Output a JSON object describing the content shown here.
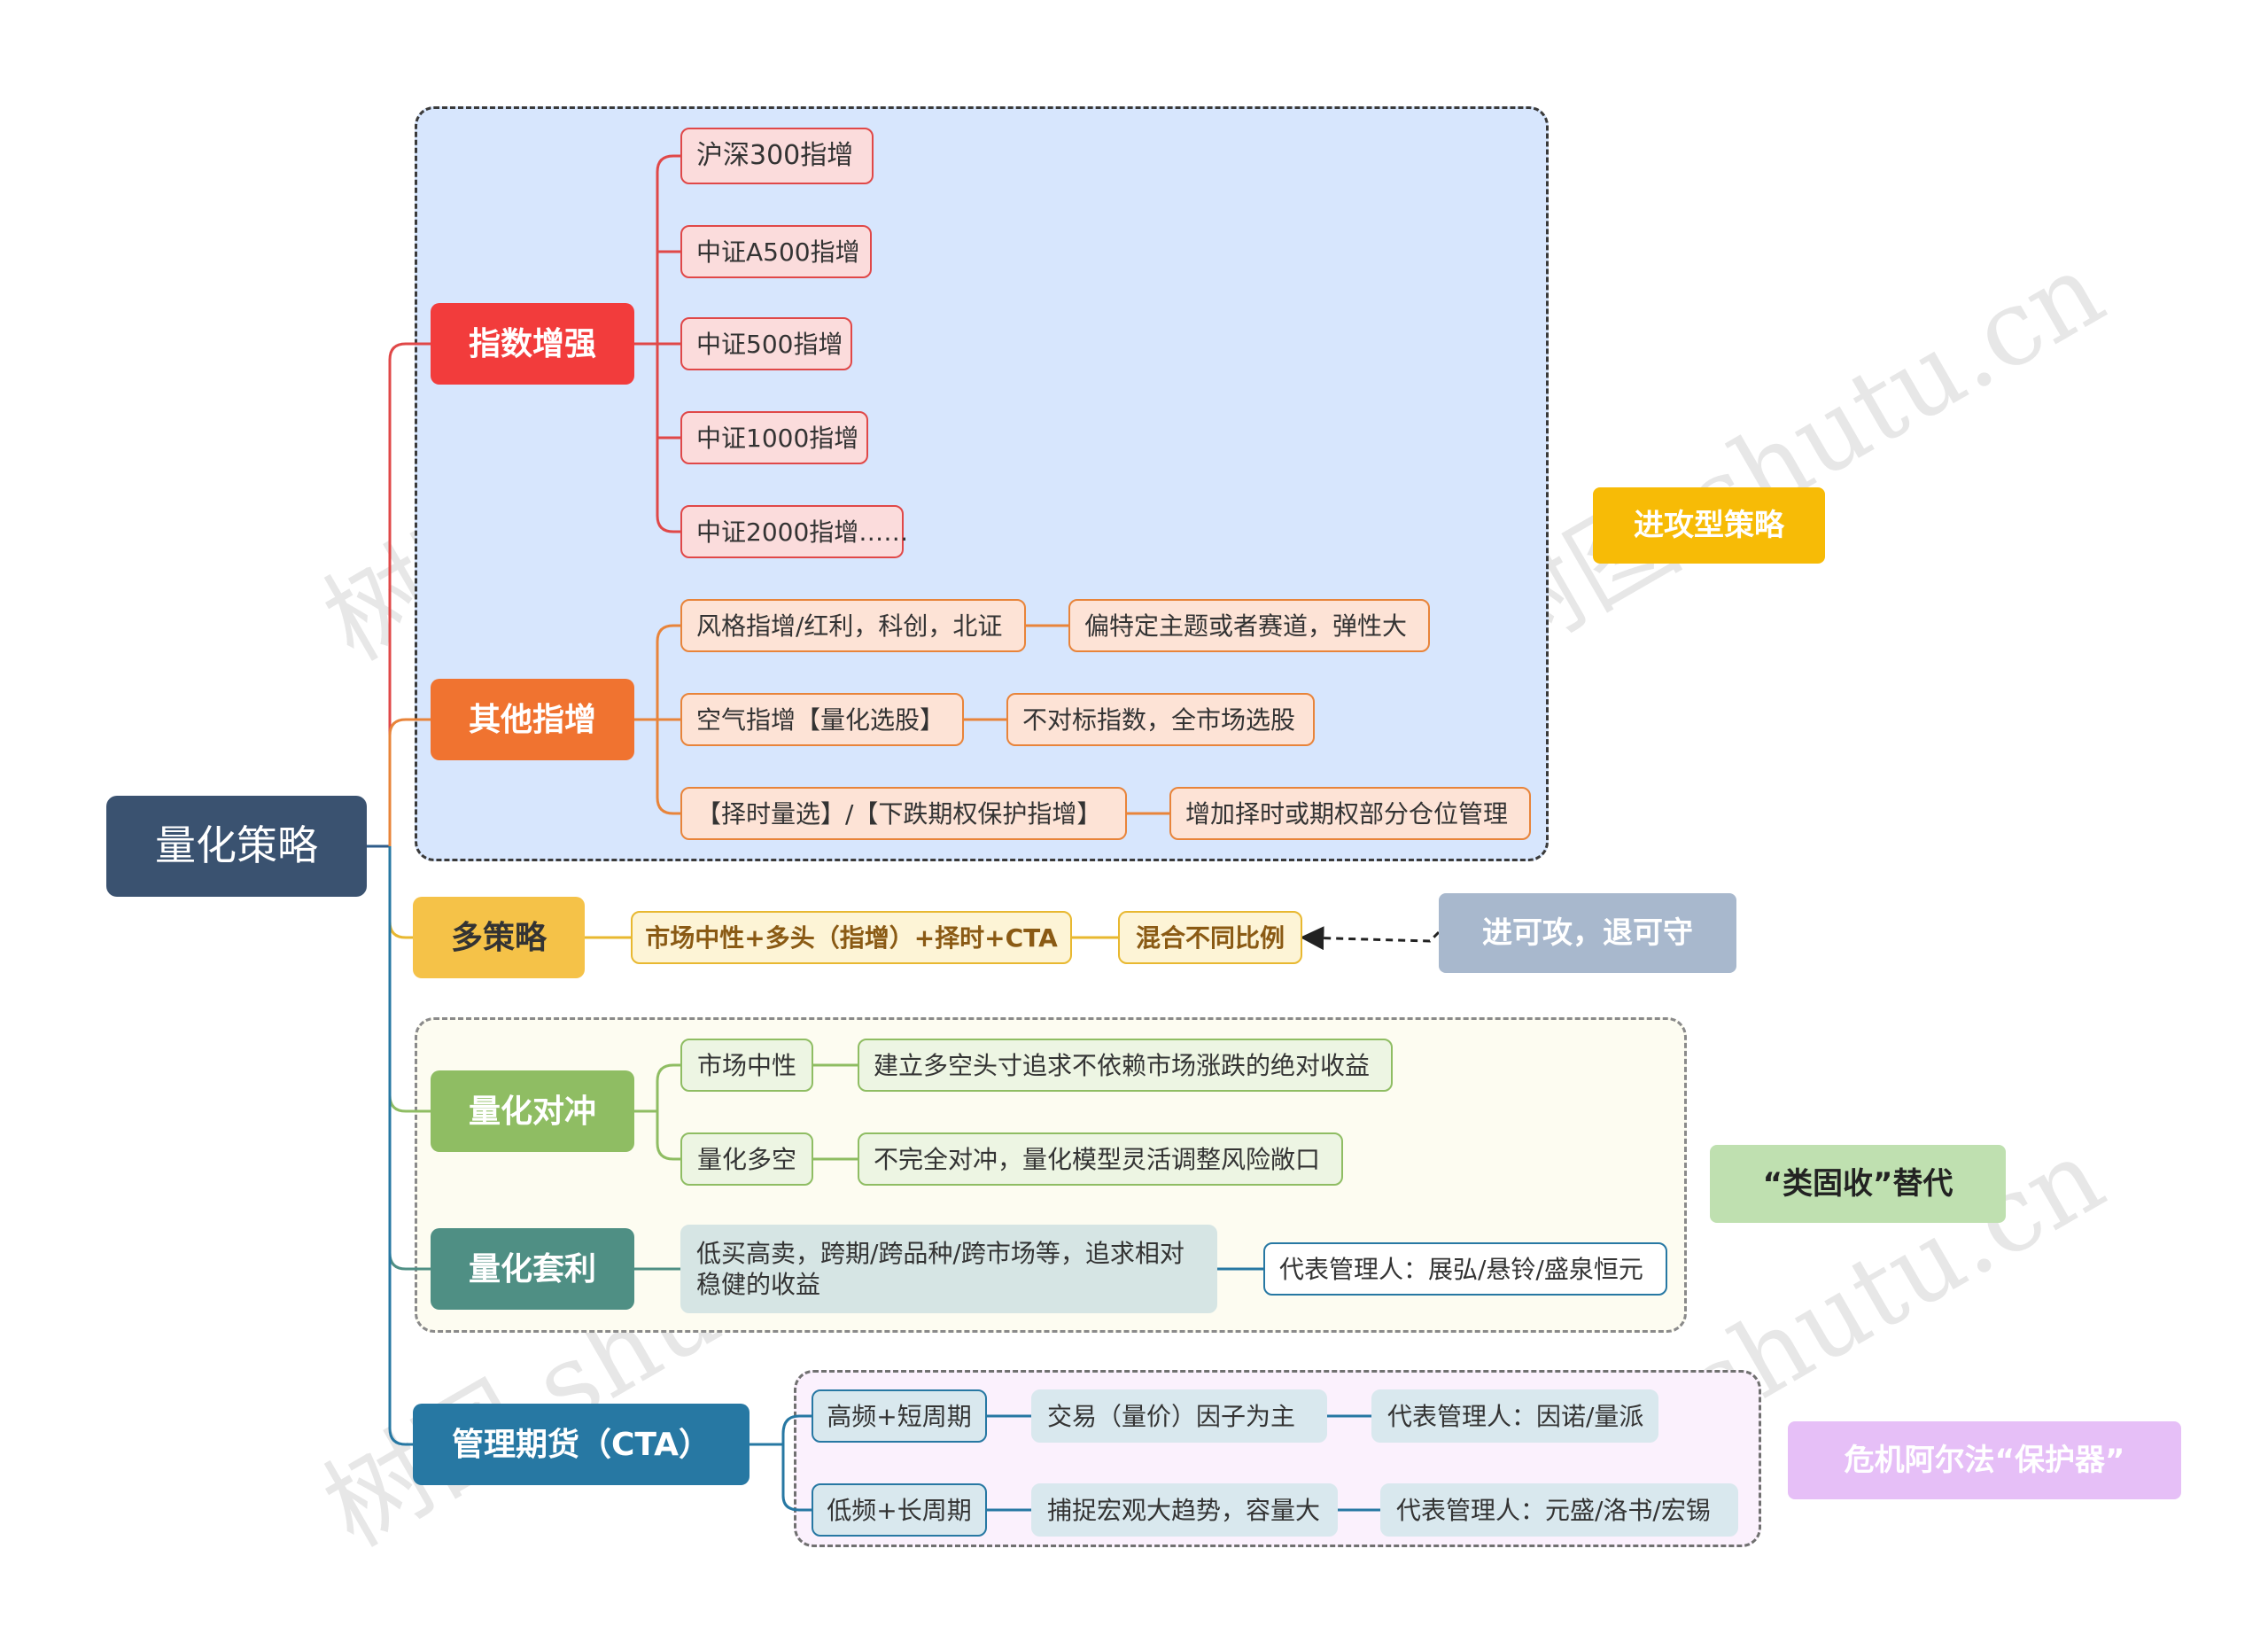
{
  "root": {
    "label": "量化策略",
    "color": "#3a5270"
  },
  "watermark": "树图 shutu.cn",
  "colors": {
    "red": "#f23c3c",
    "orange": "#f07330",
    "yellow": "#f5c248",
    "green": "#8fbd63",
    "teal": "#4f8f84",
    "blue": "#2778a3"
  },
  "branches": {
    "index_enhance": {
      "label": "指数增强",
      "children": [
        "沪深300指增",
        "中证A500指增",
        "中证500指增",
        "中证1000指增",
        "中证2000指增……"
      ]
    },
    "other_enhance": {
      "label": "其他指增",
      "rows": [
        {
          "label": "风格指增/红利，科创，北证",
          "note": "偏特定主题或者赛道，弹性大"
        },
        {
          "label": "空气指增【量化选股】",
          "note": "不对标指数，全市场选股"
        },
        {
          "label": "【择时量选】/【下跌期权保护指增】",
          "note": "增加择时或期权部分仓位管理"
        }
      ]
    },
    "multi": {
      "label": "多策略",
      "child": "市场中性+多头（指增）+择时+CTA",
      "note": "混合不同比例"
    },
    "hedge": {
      "label": "量化对冲",
      "rows": [
        {
          "label": "市场中性",
          "note": "建立多空头寸追求不依赖市场涨跌的绝对收益"
        },
        {
          "label": "量化多空",
          "note": "不完全对冲，量化模型灵活调整风险敞口"
        }
      ]
    },
    "arbitrage": {
      "label": "量化套利",
      "desc_line1": "低买高卖，跨期/跨品种/跨市场等，追求相对",
      "desc_line2": "稳健的收益",
      "managers": "代表管理人：展弘/悬铃/盛泉恒元"
    },
    "cta": {
      "label": "管理期货（CTA）",
      "rows": [
        {
          "label": "高频+短周期",
          "factor": "交易（量价）因子为主",
          "managers": "代表管理人：因诺/量派"
        },
        {
          "label": "低频+长周期",
          "factor": "捕捉宏观大趋势，容量大",
          "managers": "代表管理人：元盛/洛书/宏锡"
        }
      ]
    }
  },
  "side_labels": {
    "attack": "进攻型策略",
    "flex": "进可攻，退可守",
    "fixed_income": "“类固收”替代",
    "crisis": "危机阿尔法“保护器”"
  }
}
